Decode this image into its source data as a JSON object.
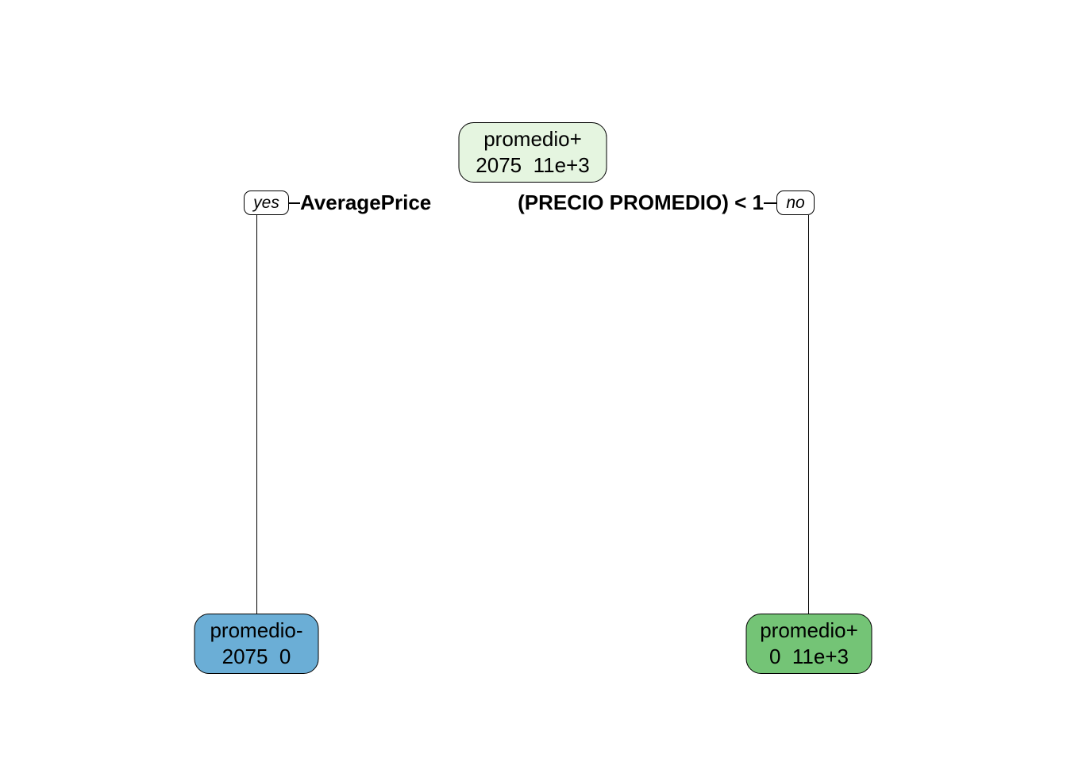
{
  "tree": {
    "root": {
      "class_label": "promedio+",
      "counts": "2075  11e+3"
    },
    "split": {
      "yes_label": "yes",
      "no_label": "no",
      "condition_variable": "AveragePrice",
      "condition_threshold": "(PRECIO PROMEDIO) < 1"
    },
    "leaf_left": {
      "class_label": "promedio-",
      "counts": "2075  0"
    },
    "leaf_right": {
      "class_label": "promedio+",
      "counts": "0  11e+3"
    }
  },
  "colors": {
    "root_fill": "#e5f5e0",
    "leaf_left_fill": "#6baed6",
    "leaf_right_fill": "#74c476",
    "border": "#000000",
    "background": "#ffffff"
  }
}
